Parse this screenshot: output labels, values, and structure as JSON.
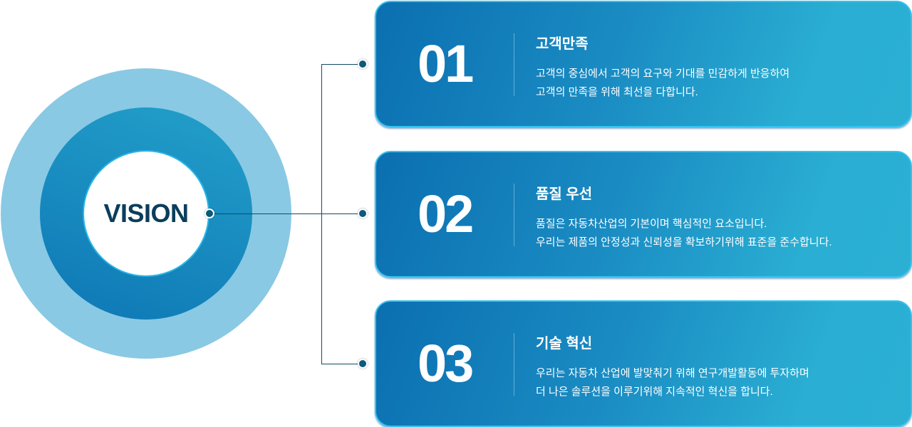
{
  "center": {
    "label": "VISION"
  },
  "cards": [
    {
      "number": "01",
      "title": "고객만족",
      "lines": [
        "고객의 중심에서 고객의 요구와 기대를 민감하게 반응하여",
        "고객의 만족을 위해 최선을 다합니다."
      ]
    },
    {
      "number": "02",
      "title": "품질 우선",
      "lines": [
        "품질은 자동차산업의 기본이며 핵심적인 요소입니다.",
        "우리는 제품의 안정성과 신뢰성을 확보하기위해 표준을 준수합니다."
      ]
    },
    {
      "number": "03",
      "title": "기술 혁신",
      "lines": [
        "우리는 자동차 산업에 발맞춰기 위해 연구개발활동에 투자하며",
        "더 나은 솔루션을 이루기위해 지속적인 혁신을 합니다."
      ]
    }
  ]
}
